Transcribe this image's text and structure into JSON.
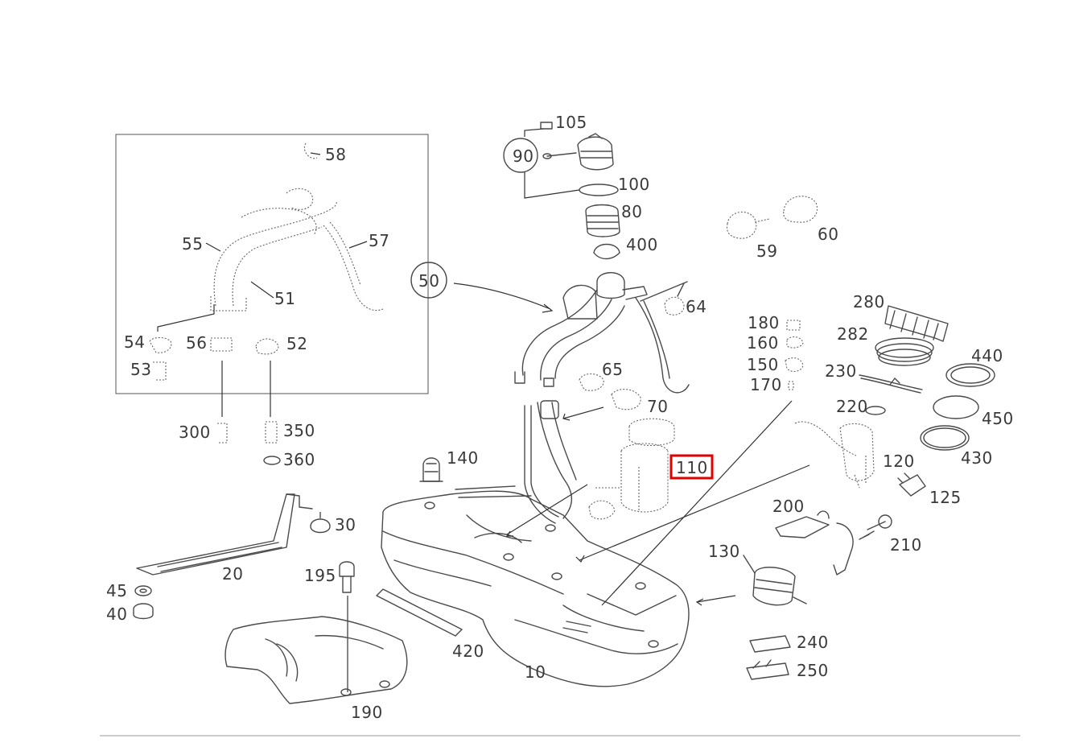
{
  "highlight": {
    "part": "110",
    "color": "#e00000"
  },
  "labels": {
    "l58": "58",
    "l55": "55",
    "l57": "57",
    "l51": "51",
    "l54": "54",
    "l56": "56",
    "l52": "52",
    "l53": "53",
    "l300": "300",
    "l350": "350",
    "l360": "360",
    "l50": "50",
    "l90": "90",
    "l105": "105",
    "l100": "100",
    "l80": "80",
    "l400": "400",
    "l59": "59",
    "l60": "60",
    "l64": "64",
    "l65": "65",
    "l70": "70",
    "l110": "110",
    "l140": "140",
    "l180": "180",
    "l160": "160",
    "l150": "150",
    "l170": "170",
    "l280": "280",
    "l282": "282",
    "l440": "440",
    "l230": "230",
    "l220": "220",
    "l450": "450",
    "l430": "430",
    "l120": "120",
    "l125": "125",
    "l200": "200",
    "l210": "210",
    "l130": "130",
    "l30": "30",
    "l20": "20",
    "l195": "195",
    "l45": "45",
    "l40": "40",
    "l420": "420",
    "l10": "10",
    "l240": "240",
    "l250": "250",
    "l190": "190"
  }
}
